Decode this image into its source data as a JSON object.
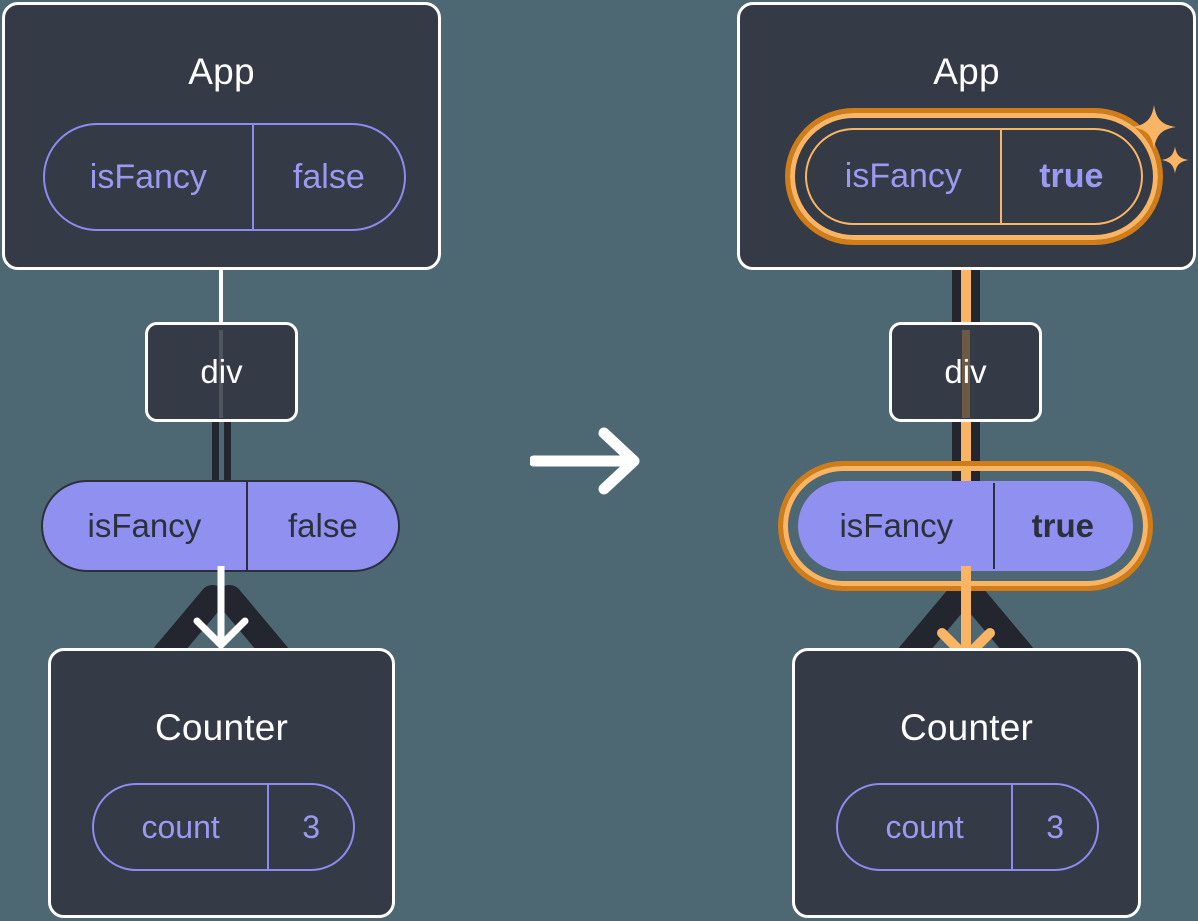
{
  "meta": {
    "title": "React state propagation diagram: isFancy false to true",
    "background_color": "#4d6773",
    "box_color": "#343a46",
    "box_border_color": "#ffffff",
    "pill_purple": "#9090f0",
    "pill_outline_purple": "#8c8cf0",
    "highlight_orange_inner": "#f9b564",
    "highlight_orange_outer": "#cf7c19",
    "connector_dark": "#23262f",
    "text_dark": "#2b303b"
  },
  "transition": {
    "icon": "arrow-right-icon",
    "color": "#ffffff"
  },
  "before": {
    "app": {
      "title": "App",
      "state": {
        "name": "isFancy",
        "value": "false",
        "highlighted": false,
        "bold_value": false
      }
    },
    "div": {
      "label": "div"
    },
    "prop": {
      "name": "isFancy",
      "value": "false",
      "highlighted": false,
      "bold_value": false
    },
    "counter": {
      "title": "Counter",
      "state": {
        "name": "count",
        "value": "3"
      }
    },
    "arrow_color": "#ffffff"
  },
  "after": {
    "app": {
      "title": "App",
      "state": {
        "name": "isFancy",
        "value": "true",
        "highlighted": true,
        "bold_value": true
      }
    },
    "div": {
      "label": "div"
    },
    "prop": {
      "name": "isFancy",
      "value": "true",
      "highlighted": true,
      "bold_value": true
    },
    "counter": {
      "title": "Counter",
      "state": {
        "name": "count",
        "value": "3"
      }
    },
    "arrow_color": "#f9b564",
    "sparkles": [
      {
        "name": "sparkle-large-icon",
        "color": "#f9b564"
      },
      {
        "name": "sparkle-small-icon",
        "color": "#f9b564"
      }
    ]
  }
}
